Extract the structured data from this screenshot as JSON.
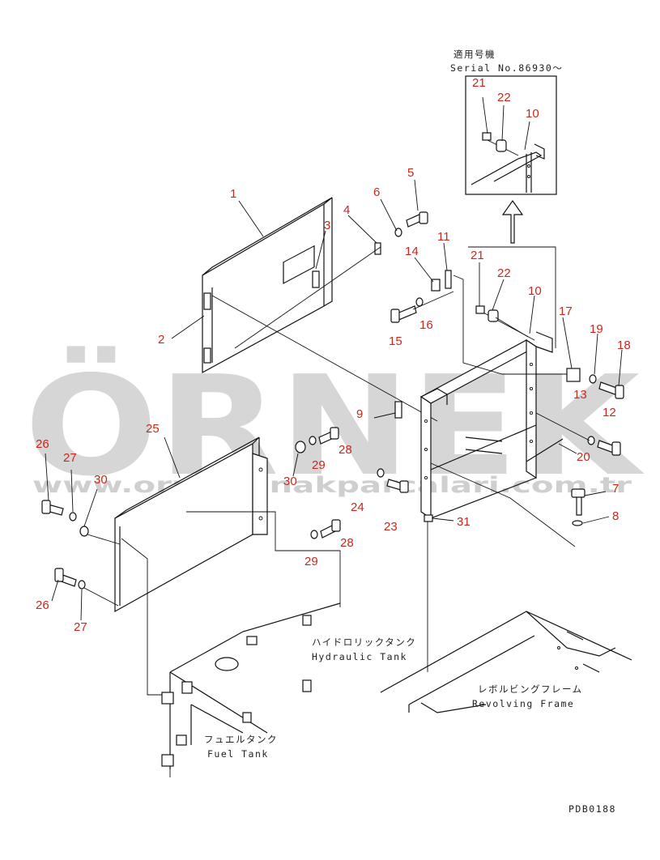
{
  "watermark": {
    "brand": "ÖRNEK",
    "website": "www.orneksinakparcalari.com.tr",
    "accent_color": "#f2d07a",
    "text_color": "#d6d6d6"
  },
  "inset": {
    "title_jp": "適用号機",
    "serial": "Serial No.86930〜",
    "callouts": [
      "21",
      "22",
      "10"
    ]
  },
  "labels": {
    "hydraulic_jp": "ハイドロリックタンク",
    "hydraulic_en": "Hydraulic Tank",
    "revolving_jp": "レボルビングフレーム",
    "revolving_en": "Revolving Frame",
    "fuel_jp": "フュエルタンク",
    "fuel_en": "Fuel Tank",
    "drawing_code": "PDB0188"
  },
  "callouts": {
    "c1": "1",
    "c2": "2",
    "c3": "3",
    "c4": "4",
    "c5": "5",
    "c6": "6",
    "c7": "7",
    "c8": "8",
    "c9": "9",
    "c10": "10",
    "c11": "11",
    "c12": "12",
    "c13": "13",
    "c14": "14",
    "c15": "15",
    "c16": "16",
    "c17": "17",
    "c18": "18",
    "c19": "19",
    "c20": "20",
    "c21": "21",
    "c22": "22",
    "c23": "23",
    "c24": "24",
    "c25": "25",
    "c26a": "26",
    "c26b": "26",
    "c27a": "27",
    "c27b": "27",
    "c28a": "28",
    "c28b": "28",
    "c29a": "29",
    "c29b": "29",
    "c30a": "30",
    "c30b": "30",
    "c31": "31"
  },
  "callout_color": "#c8281e"
}
